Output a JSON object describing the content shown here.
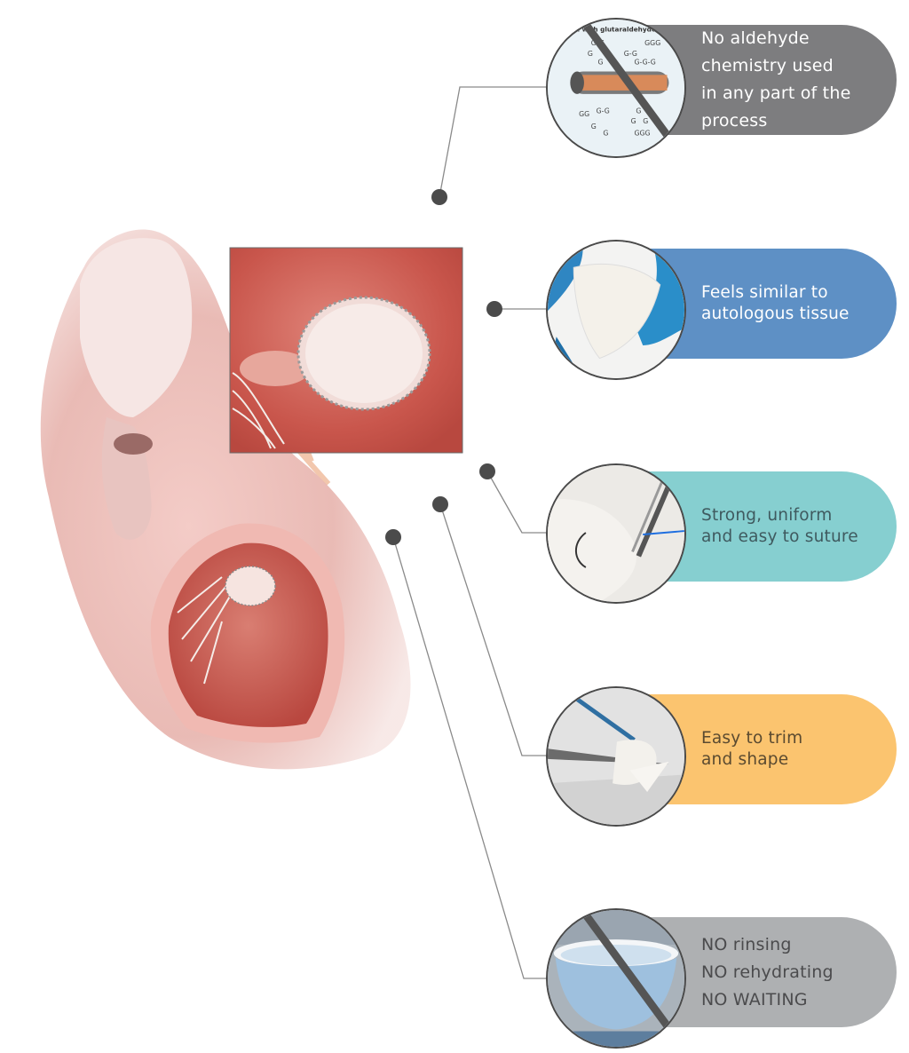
{
  "colors": {
    "gray": "#7d7d7f",
    "blue": "#5e90c5",
    "teal": "#86cfd0",
    "orange": "#fbc46f",
    "lightgray": "#aeb0b2"
  },
  "features": [
    {
      "id": "aldehyde",
      "lines": [
        "No aldehyde",
        "chemistry used",
        "in any part of the",
        "process"
      ]
    },
    {
      "id": "feel",
      "lines": [
        "Feels similar to",
        "autologous tissue"
      ]
    },
    {
      "id": "suture",
      "lines": [
        "Strong, uniform",
        "and easy to suture"
      ]
    },
    {
      "id": "trim",
      "lines": [
        "Easy to trim",
        "and shape"
      ]
    },
    {
      "id": "ready",
      "lines": [
        "NO rinsing",
        "NO rehydrating",
        "NO WAITING"
      ]
    }
  ],
  "inset_diagram": {
    "title": "ated with glutaraldehyde",
    "labels": [
      "G-G",
      "G",
      "G",
      "GGG",
      "G-G",
      "G-G-G",
      "GG",
      "G-G",
      "G",
      "G",
      "G",
      "G",
      "G",
      "GGG"
    ]
  }
}
